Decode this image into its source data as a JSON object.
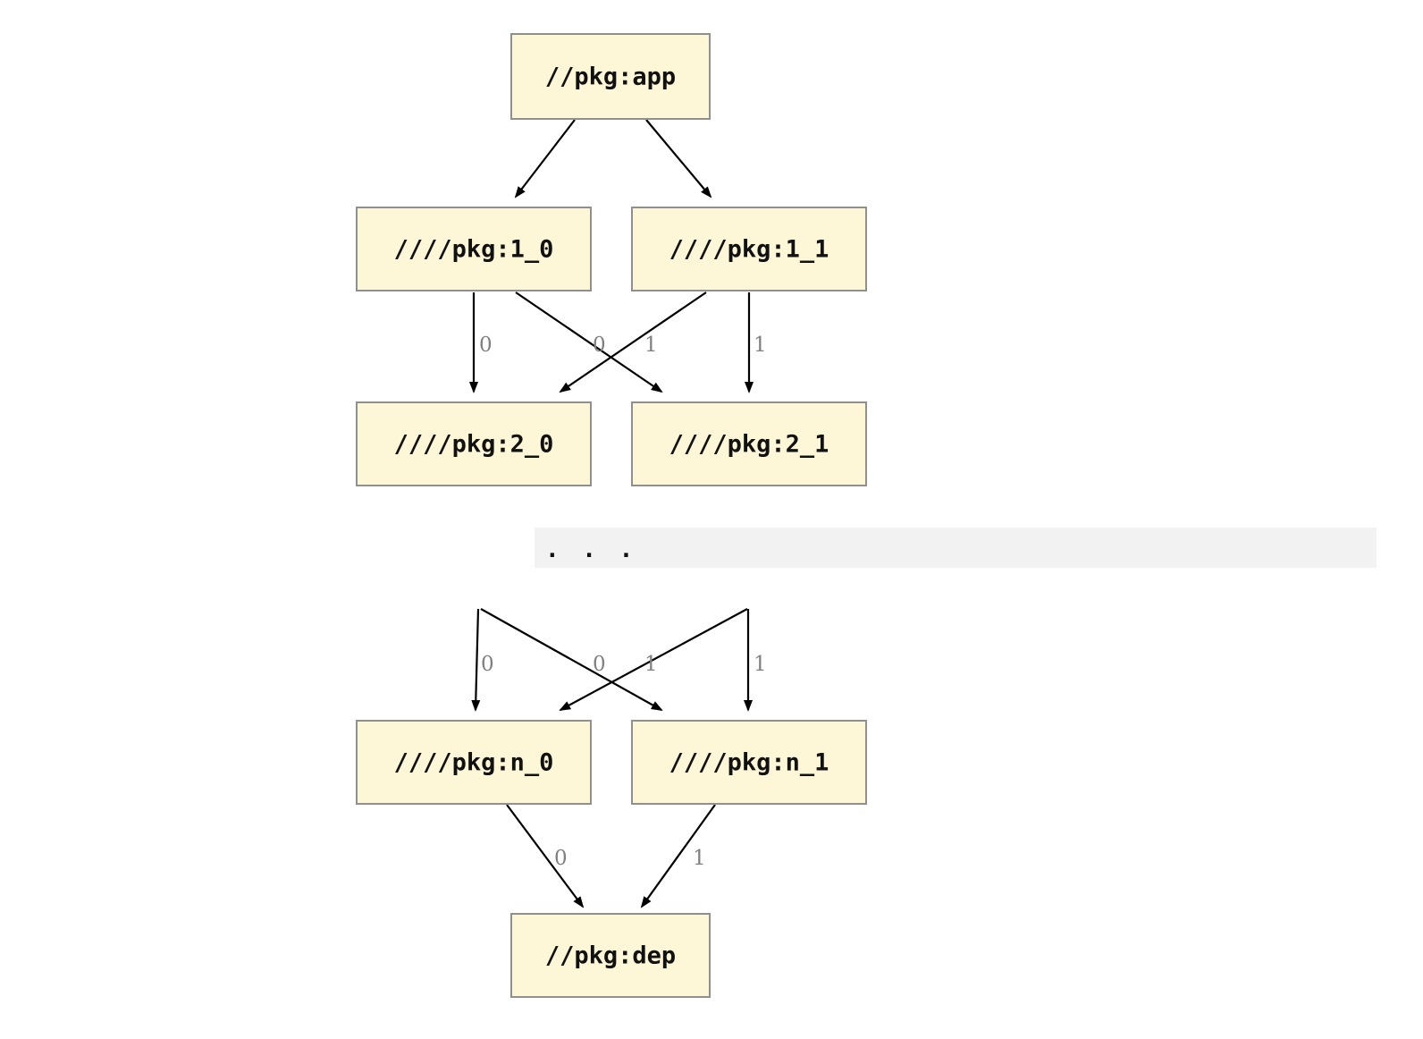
{
  "page": {
    "background": "#ffffff"
  },
  "diagram": {
    "type": "dependency-graph",
    "nodes": {
      "app": {
        "label": "//pkg:app"
      },
      "l1_0": {
        "label": "////pkg:1_0"
      },
      "l1_1": {
        "label": "////pkg:1_1"
      },
      "l2_0": {
        "label": "////pkg:2_0"
      },
      "l2_1": {
        "label": "////pkg:2_1"
      },
      "ln_0": {
        "label": "////pkg:n_0"
      },
      "ln_1": {
        "label": "////pkg:n_1"
      },
      "dep": {
        "label": "//pkg:dep"
      }
    },
    "ellipsis_text": ". . .",
    "edge_labels": {
      "l1_0_to_2_0": "0",
      "l1_1_to_2_0": "0",
      "l1_0_to_2_1": "1",
      "l1_1_to_2_1": "1",
      "top0_to_n_0": "0",
      "top1_to_n_0": "0",
      "top0_to_n_1": "1",
      "top1_to_n_1": "1",
      "n_0_to_dep": "0",
      "n_1_to_dep": "1"
    },
    "colors": {
      "node_fill": "#fdf6d7",
      "node_border": "#8f8f8f",
      "node_text": "#111111",
      "edge": "#000000",
      "edge_label": "#808080",
      "ellipsis_bg": "#f2f2f2",
      "ellipsis_text": "#111111"
    }
  }
}
